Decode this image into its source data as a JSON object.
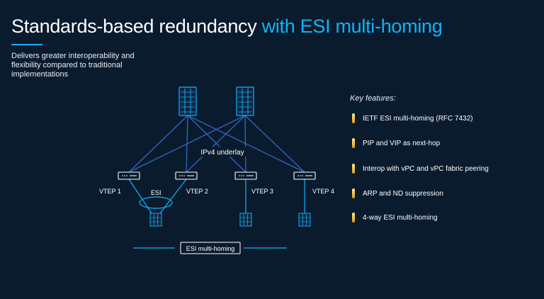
{
  "slide": {
    "title_main": "Standards-based redundancy ",
    "title_accent": "with ESI multi-homing",
    "subtitle": "Delivers greater interoperability and flexibility compared to traditional implementations"
  },
  "diagram": {
    "underlay_label": "IPv4 underlay",
    "esi_label": "ESI",
    "caption": "ESI multi-homing",
    "vteps": [
      "VTEP 1",
      "VTEP 2",
      "VTEP 3",
      "VTEP 4"
    ],
    "colors": {
      "link": "#2f64b6",
      "accent": "#0fb4f5",
      "device": "#ffffff"
    }
  },
  "features": {
    "heading": "Key features:",
    "items": [
      "IETF ESI multi-homing (RFC 7432)",
      "PIP and VIP as next-hop",
      "Interop with vPC and vPC fabric peering",
      "ARP and ND suppression",
      "4-way ESI multi-homing"
    ]
  }
}
